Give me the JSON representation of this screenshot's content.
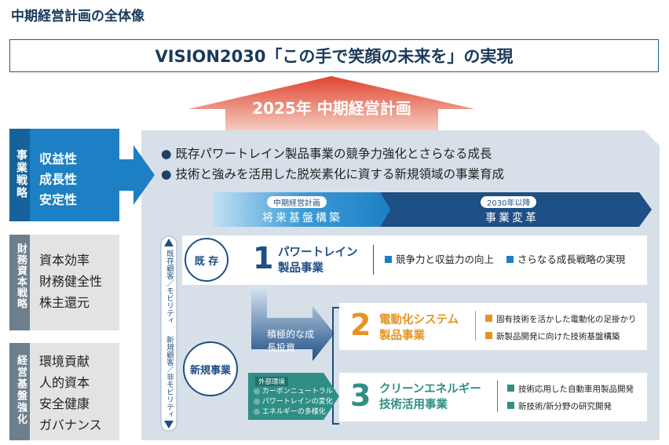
{
  "title": "中期経営計画の全体像",
  "vision": "VISION2030「この手で笑顔の未来を」の実現",
  "plan": "2025年 中期経営計画",
  "strategy_blocks": {
    "business": {
      "heading": "事業戦略",
      "items": [
        "収益性",
        "成長性",
        "安定性"
      ]
    },
    "financial": {
      "heading": "財務資本戦略",
      "items": [
        "資本効率",
        "財務健全性",
        "株主還元"
      ]
    },
    "base": {
      "heading": "経営基盤強化",
      "items": [
        "環境貢献",
        "人的資本",
        "安全健康",
        "ガバナンス"
      ]
    }
  },
  "bullets": [
    "既存パワートレイン製品事業の競争力強化とさらなる成長",
    "技術と強みを活用した脱炭素化に資する新規領域の事業育成"
  ],
  "phases": [
    {
      "tag": "中期経営計画",
      "label": "将来基盤構築"
    },
    {
      "tag": "2030年以降",
      "label": "事業変革"
    }
  ],
  "customer_pill": {
    "top": "既存顧客／モビリティ",
    "bottom": "新規顧客／非モビリティ"
  },
  "existing_label": "既 存",
  "new_label": "新規事業",
  "investment": "積極的な成長投資",
  "external": {
    "tag": "外部環境",
    "items": [
      "カーボンニュートラル",
      "パワートレインの変化",
      "エネルギーの多様化"
    ]
  },
  "businesses": [
    {
      "number": "1",
      "name": [
        "パワートレイン",
        "製品事業"
      ],
      "points": [
        "競争力と収益力の向上",
        "さらなる成長戦略の実現"
      ]
    },
    {
      "number": "2",
      "name": [
        "電動化システム",
        "製品事業"
      ],
      "points": [
        "固有技術を活かした電動化の足掛かり",
        "新製品開発に向けた技術基盤構築"
      ]
    },
    {
      "number": "3",
      "name": [
        "クリーンエネルギー",
        "技術活用事業"
      ],
      "points": [
        "技術応用した自動車用製品開発",
        "新技術/新分野の研究開発"
      ]
    }
  ],
  "colors": {
    "navy": "#1e4f85",
    "blue": "#1d7fc4",
    "orange": "#e59422",
    "teal": "#2f8f86",
    "red": "#e0442f"
  }
}
